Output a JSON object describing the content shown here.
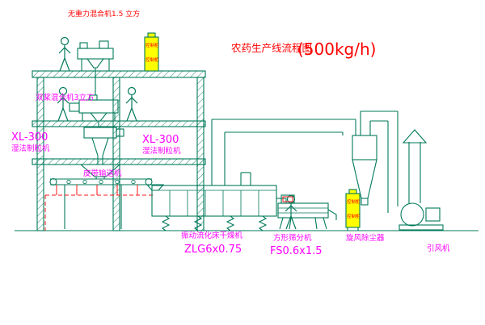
{
  "title": {
    "name": "农药生产线流程图",
    "capacity": "(500kg/h)"
  },
  "labels": {
    "feeder_mixer": "无重力混合机1.5 立方",
    "twin_paddle_mixer": "双桨混合机3立方",
    "granulator_left_model": "XL-300",
    "granulator_left_name": "湿法制粒机",
    "granulator_center_model": "XL-300",
    "granulator_center_name": "湿法制粒机",
    "belt_conveyor": "皮带输送机",
    "fluid_bed_dryer": "振动流化床干燥机",
    "fluid_bed_dryer_model": "ZLG6x0.75",
    "square_sifter": "方形筛分机",
    "square_sifter_model": "FS0.6x1.5",
    "cyclone": "旋风除尘器",
    "fan": "引风机",
    "control_cabinet": "控制柜"
  },
  "colors": {
    "line_green": "#00795a",
    "label_magenta": "#ff00ff",
    "title_red": "#ff0000",
    "cabinet_yellow": "#ffff00",
    "accent_red": "#ff1414",
    "background": "#ffffff"
  }
}
